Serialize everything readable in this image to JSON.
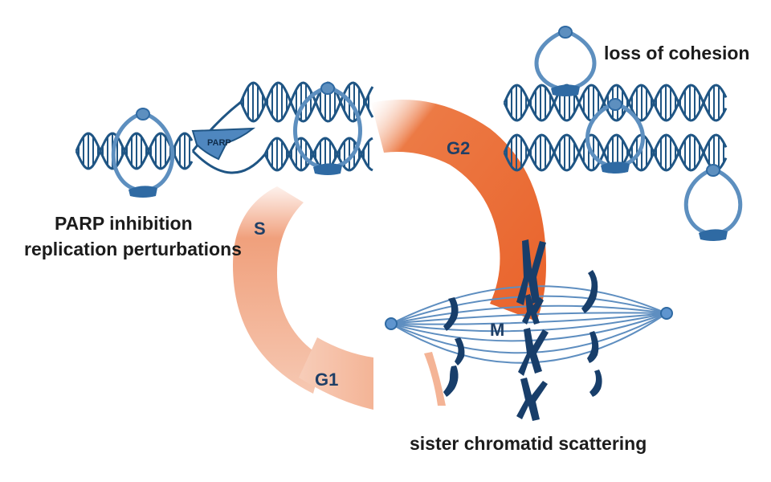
{
  "labels": {
    "top_right": "loss of cohesion",
    "left_line1": "PARP inhibition",
    "left_line2": "replication perturbations",
    "bottom": "sister chromatid scattering",
    "enzyme": "PARP"
  },
  "phases": {
    "s": "S",
    "g1": "G1",
    "g2": "G2",
    "m": "M"
  },
  "colors": {
    "dna": "#1f5584",
    "cohesin_ring": "#5d8fbf",
    "cohesin_head": "#2f6aa3",
    "cycle_orange": "#ea6a2f",
    "chromosome": "#183e6a",
    "spindle": "#5e8ec0"
  }
}
